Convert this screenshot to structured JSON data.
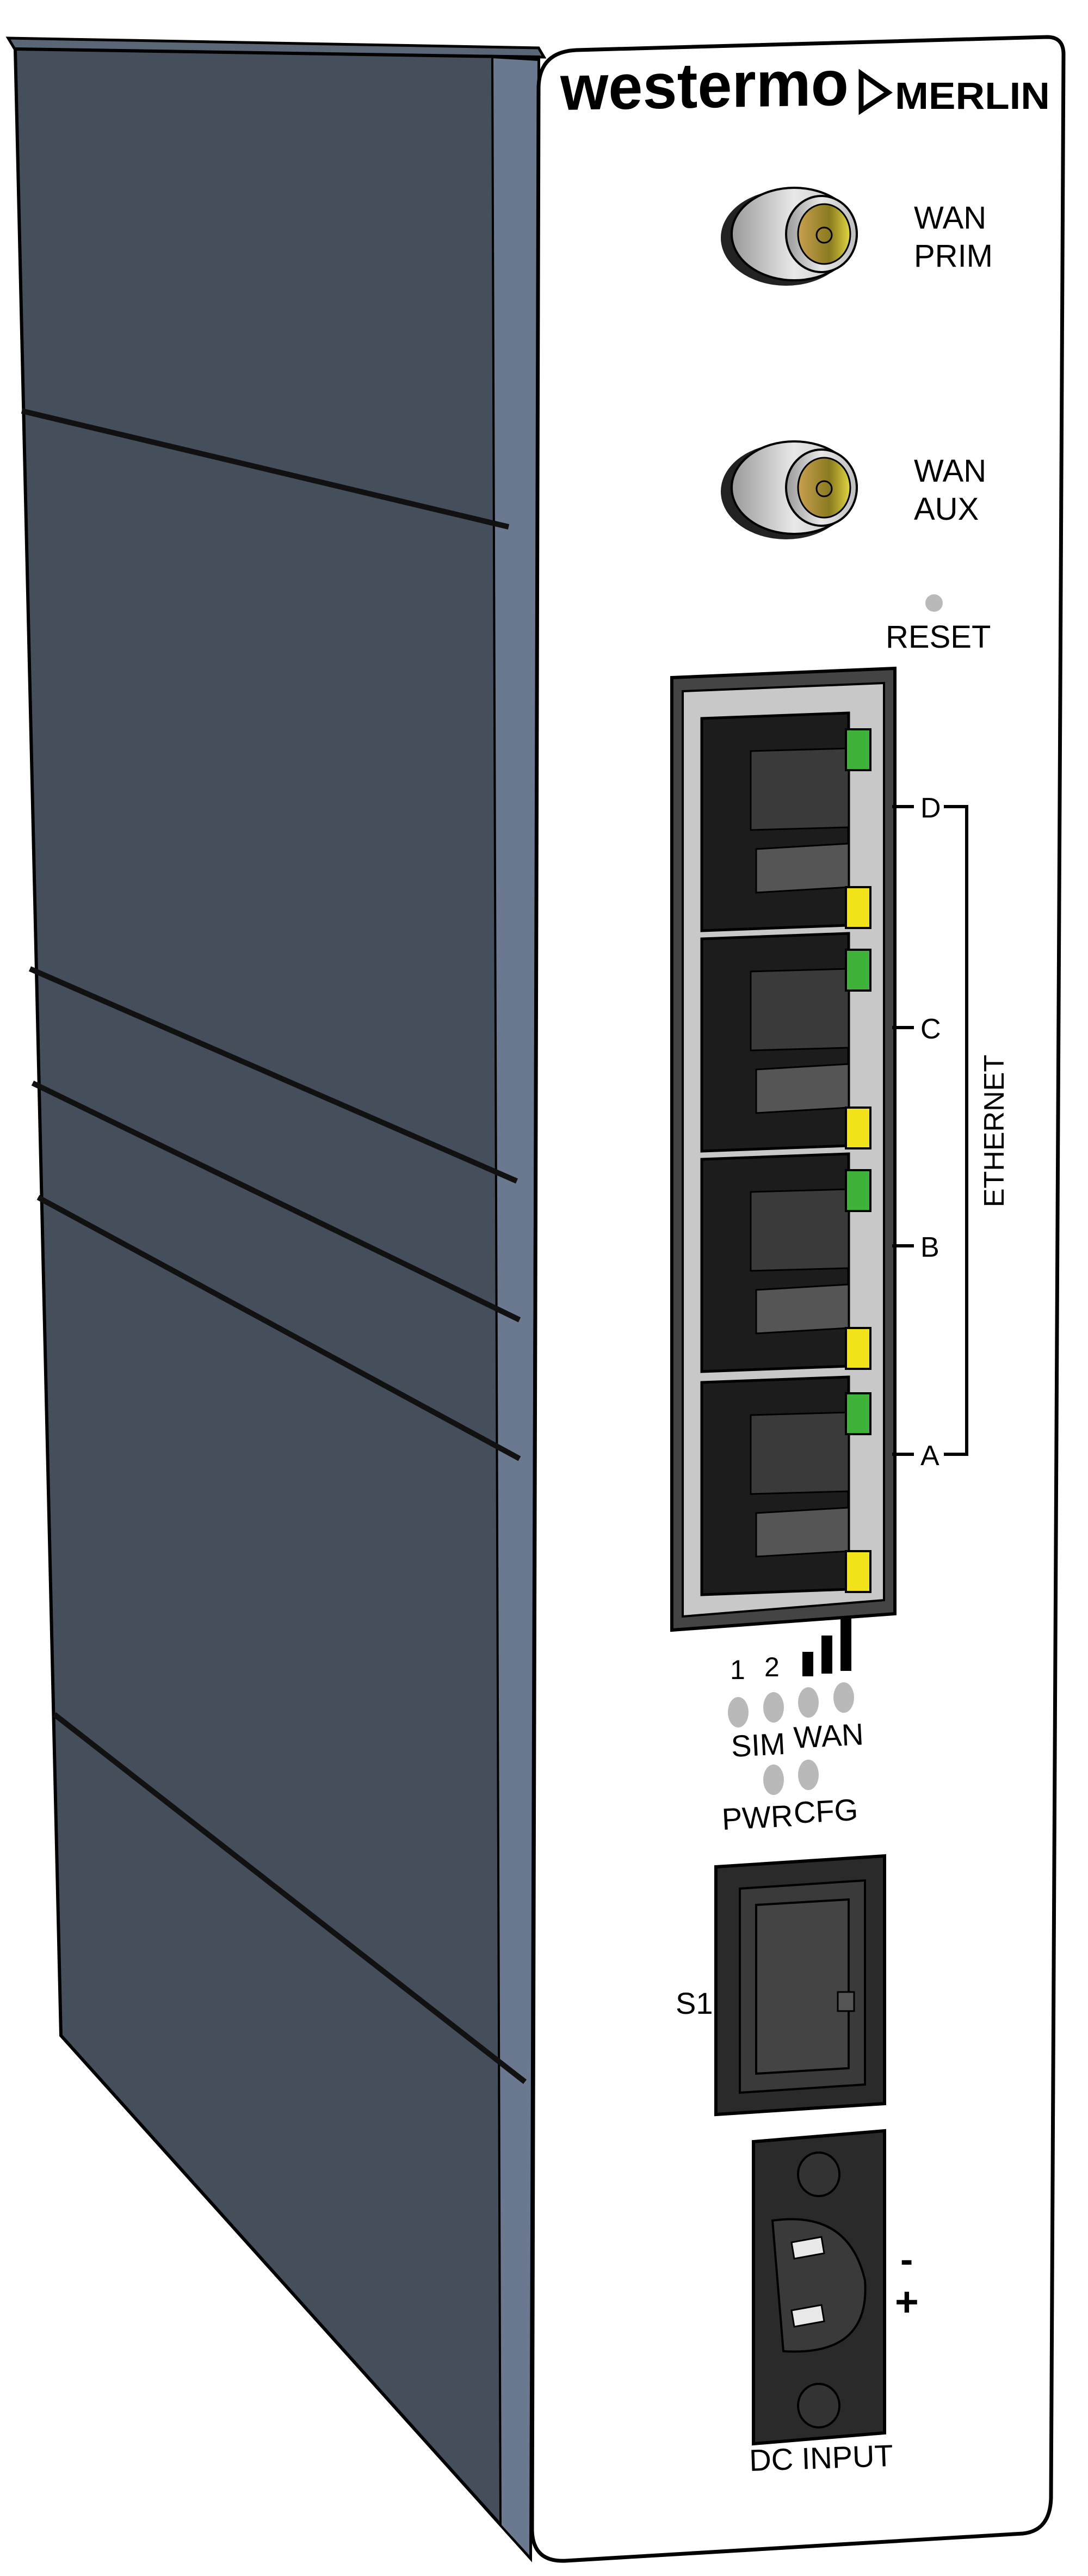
{
  "device": {
    "brand": "westermo",
    "model": "MERLIN",
    "connectors": {
      "wan_prim": [
        "WAN",
        "PRIM"
      ],
      "wan_aux": [
        "WAN",
        "AUX"
      ],
      "reset": "RESET",
      "ethernet_label": "ETHERNET",
      "ethernet_ports": [
        "D",
        "C",
        "B",
        "A"
      ],
      "sim_numbers": [
        "1",
        "2"
      ],
      "sim_label": "SIM",
      "wan_label": "WAN",
      "pwr_label": "PWR",
      "cfg_label": "CFG",
      "serial_label": "S1",
      "dc_minus": "-",
      "dc_plus": "+",
      "dc_label": "DC INPUT"
    }
  },
  "colors": {
    "housing": "#454f5c",
    "housing_edge": "#6a7890",
    "front_panel": "#ffffff",
    "link_led": "#3fb23a",
    "activity_led": "#f2e21a",
    "status_led": "#b9b9b9",
    "connector_gold": "#b89a3a"
  }
}
